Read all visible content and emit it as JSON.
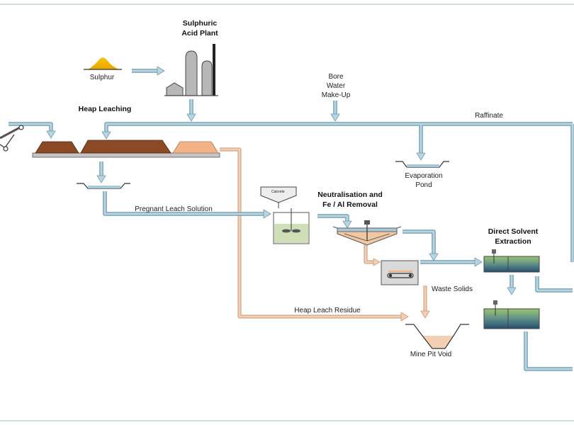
{
  "titles": {
    "acid_plant": "Sulphuric\nAcid Plant",
    "heap_leaching": "Heap Leaching",
    "neutralisation": "Neutralisation and\nFe / Al Removal",
    "dsx": "Direct Solvent\nExtraction"
  },
  "labels": {
    "sulphur": "Sulphur",
    "bore_water": "Bore\nWater\nMake-Up",
    "raffinate": "Raffinate",
    "evaporation_pond": "Evaporation\nPond",
    "pls": "Pregnant Leach Solution",
    "calcrete": "Calcrete",
    "waste_solids": "Waste Solids",
    "heap_leach_residue": "Heap Leach Residue",
    "mine_pit_void": "Mine Pit Void"
  },
  "colors": {
    "solution_line": "#a7c8d6",
    "solution_stroke": "#6f9aad",
    "residue_line": "#f0c6a6",
    "residue_stroke": "#c89a7a",
    "heap_brown": "#8b4a26",
    "heap_orange": "#f2b486",
    "sulphur": "#f0b400",
    "tank_green": "#cfe0b8",
    "sx_blue": "#2f5a78",
    "sx_green": "#8fb86a",
    "gray": "#a6a6a6"
  }
}
